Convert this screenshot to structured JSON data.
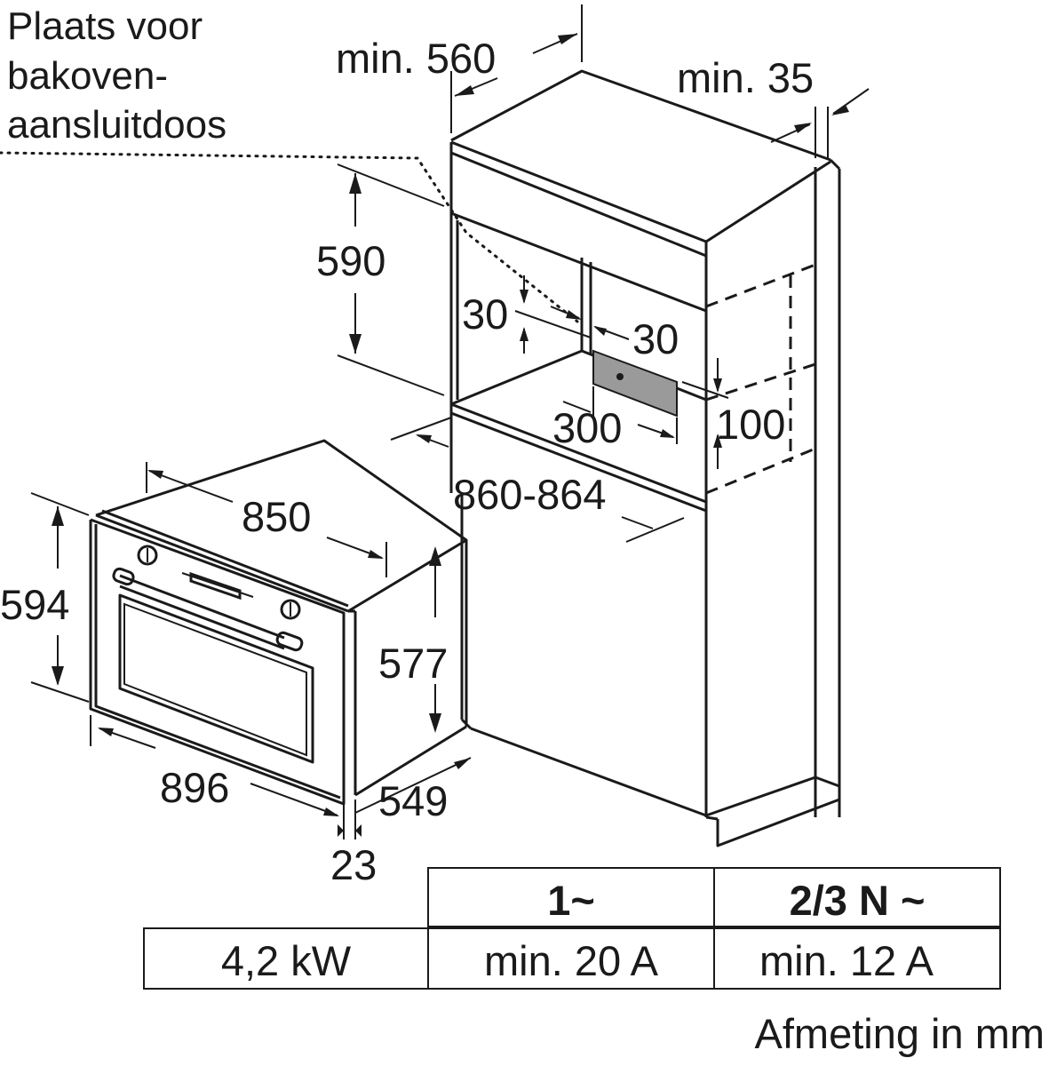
{
  "notes": {
    "connection_box": [
      "Plaats voor",
      "bakoven-",
      "aansluitdoos"
    ],
    "unit": "Afmeting in mm"
  },
  "cabinet_dimensions": {
    "depth": "min. 560",
    "back_gap": "min. 35",
    "niche_height": "590",
    "box_offset_top": "30",
    "box_offset_side": "30",
    "box_width": "300",
    "box_height": "100",
    "niche_width": "860-864"
  },
  "oven_dimensions": {
    "width": "850",
    "front_height": "594",
    "body_height": "577",
    "front_width": "896",
    "depth": "549",
    "front_thickness": "23"
  },
  "power_table": {
    "headers": [
      "1~",
      "2/3 N ~"
    ],
    "row_label": "4,2 kW",
    "values": [
      "min. 20 A",
      "min. 12 A"
    ]
  }
}
